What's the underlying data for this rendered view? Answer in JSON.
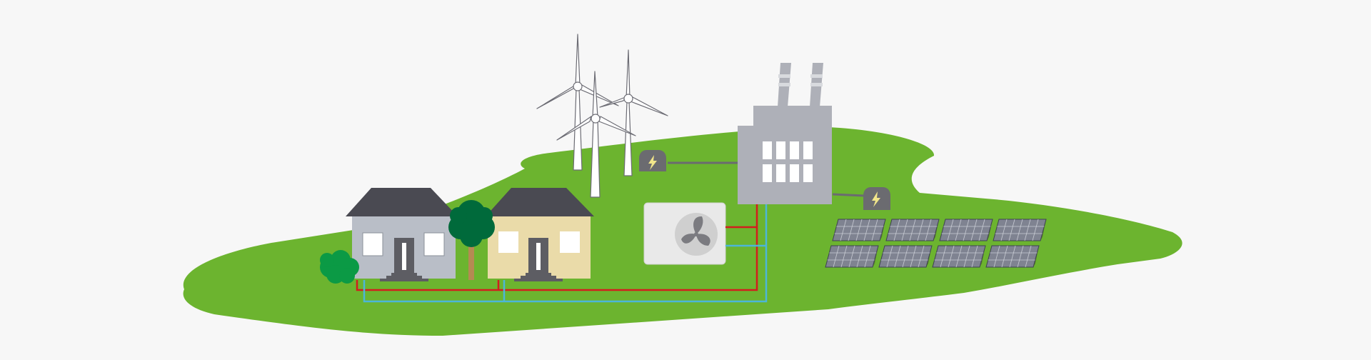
{
  "scene": {
    "background": "#f7f7f7",
    "colors": {
      "land": "#6cb42f",
      "factory": "#aeb0b8",
      "roof": "#4a4a52",
      "house_left_wall": "#b9bec7",
      "house_right_wall": "#eadba9",
      "tree_dark": "#006a3b",
      "bush": "#0b9a45",
      "trunk": "#b58a52",
      "power_line": "#d21e1e",
      "heat_line": "#4cb6d8",
      "grid_line": "#6b6b70",
      "lightning": "#f1e58a",
      "meter_box": "#6b6b70",
      "solar_cell": "#7f8391",
      "heat_pump_body": "#e9e9e9"
    },
    "icons": {
      "meter_left": "lightning-icon",
      "meter_right": "lightning-icon",
      "heat_pump": "fan-icon"
    },
    "objects": {
      "wind_turbines": 3,
      "houses": 2,
      "factory_windows": 8,
      "solar_panels": 8
    }
  }
}
